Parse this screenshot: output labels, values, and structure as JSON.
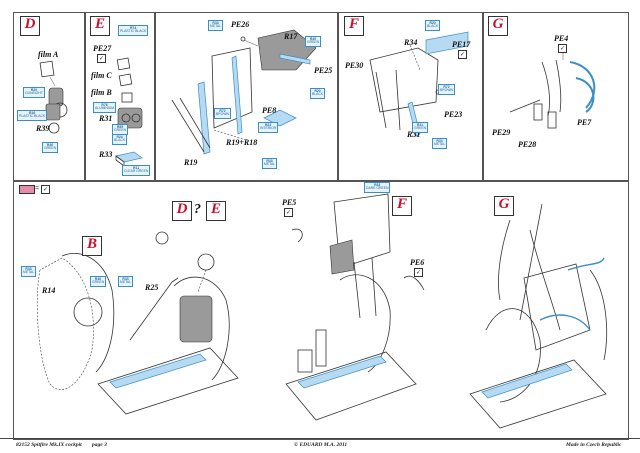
{
  "steps": {
    "d": {
      "letter": "D",
      "labels": {
        "film_a": "film A",
        "r39": "R39"
      },
      "tags": [
        {
          "code": "R20",
          "text": "GUNSIGHT"
        },
        {
          "code": "R16",
          "text": "PLASTIC BLACK"
        },
        {
          "code": "R40",
          "text": "GREEN"
        }
      ]
    },
    "e": {
      "letter": "E",
      "labels": {
        "pe27": "PE27",
        "film_c": "film C",
        "film_b": "film B",
        "r31": "R31",
        "r33": "R33"
      },
      "tags": [
        {
          "code": "R74",
          "text": "PLASTIC BLACK"
        },
        {
          "code": "R76",
          "text": "ALUMINIUM"
        },
        {
          "code": "R85",
          "text": "GREEN"
        },
        {
          "code": "R24",
          "text": "BLACK"
        },
        {
          "code": "R11",
          "text": "CLEAR GREEN"
        }
      ]
    },
    "seat": {
      "labels": {
        "pe26": "PE26",
        "r17": "R17",
        "pe25": "PE25",
        "pe8": "PE8",
        "r19_r18": "R19+R18",
        "r19": "R19"
      },
      "tags": [
        {
          "code": "R33",
          "text": "METAL"
        },
        {
          "code": "R40",
          "text": "GREEN"
        },
        {
          "code": "R20",
          "text": "BLACK"
        },
        {
          "code": "R23",
          "text": "INTERIOR"
        },
        {
          "code": "R72",
          "text": "BROWN"
        },
        {
          "code": "R33",
          "text": "METAL"
        }
      ]
    },
    "f": {
      "letter": "F",
      "labels": {
        "r34": "R34",
        "pe17": "PE17",
        "pe30": "PE30",
        "pe23": "PE23",
        "r31": "R31"
      },
      "tags": [
        {
          "code": "R20",
          "text": "BLACK"
        },
        {
          "code": "R72",
          "text": "BROWN"
        },
        {
          "code": "R31",
          "text": "GREEN"
        },
        {
          "code": "R33",
          "text": "METAL"
        }
      ]
    },
    "g": {
      "letter": "G",
      "labels": {
        "pe4": "PE4",
        "pe29": "PE29",
        "pe28": "PE28",
        "pe7": "PE7"
      }
    },
    "assembly_b": {
      "letter": "B",
      "labels": {
        "r14": "R14",
        "r25": "R25"
      },
      "tags": [
        {
          "code": "R33",
          "text": "METAL"
        },
        {
          "code": "R40",
          "text": "GREEN"
        },
        {
          "code": "R33",
          "text": "METAL"
        }
      ]
    },
    "assembly_de": {
      "letter_d": "D",
      "question": "?",
      "letter_e": "E"
    },
    "assembly_f": {
      "letter": "F",
      "labels": {
        "pe5": "PE5",
        "pe6": "PE6"
      },
      "tags": [
        {
          "code": "R33",
          "text": "DARK GREEN"
        }
      ]
    },
    "assembly_g": {
      "letter": "G"
    }
  },
  "legend": {
    "symbol_colors": [
      "#e58ca6"
    ],
    "equals": "="
  },
  "footer": {
    "left": "82152 Spitfire Mk.IX cockpit",
    "page": "page 3",
    "center": "© EDUARD  M.A. 2011",
    "right": "Made in Czech Republic"
  },
  "colors": {
    "step_letter": "#c8102e",
    "paint_tag": "#3a8fc5"
  }
}
